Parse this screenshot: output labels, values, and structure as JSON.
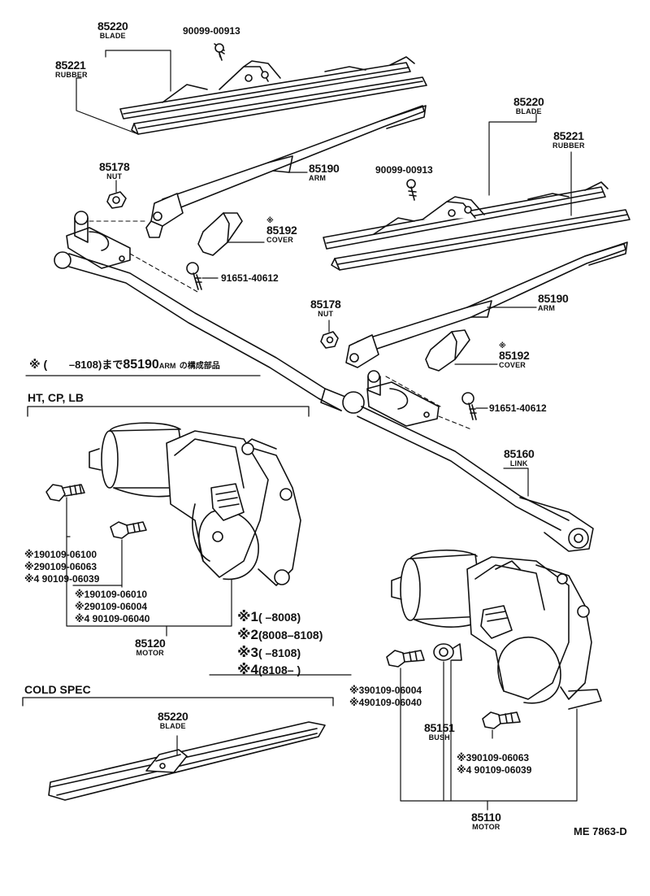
{
  "labels": {
    "blade_a": {
      "number": "85220",
      "name": "BLADE"
    },
    "rubber_a": {
      "number": "85221",
      "name": "RUBBER"
    },
    "screw_a": {
      "number": "90099-00913"
    },
    "nut_a": {
      "number": "85178",
      "name": "NUT"
    },
    "arm_a": {
      "number": "85190",
      "name": "ARM"
    },
    "cover_a": {
      "mark": "※",
      "number": "85192",
      "name": "COVER"
    },
    "bolt_a": {
      "number": "91651-40612"
    },
    "blade_b": {
      "number": "85220",
      "name": "BLADE"
    },
    "rubber_b": {
      "number": "85221",
      "name": "RUBBER"
    },
    "screw_b": {
      "number": "90099-00913"
    },
    "nut_b": {
      "number": "85178",
      "name": "NUT"
    },
    "arm_b": {
      "number": "85190",
      "name": "ARM"
    },
    "cover_b": {
      "mark": "※",
      "number": "85192",
      "name": "COVER"
    },
    "bolt_b": {
      "number": "91651-40612"
    },
    "link": {
      "number": "85160",
      "name": "LINK"
    },
    "motor_a": {
      "number": "85120",
      "name": "MOTOR"
    },
    "bush": {
      "number": "85151",
      "name": "BUSH"
    },
    "motor_b": {
      "number": "85110",
      "name": "MOTOR"
    },
    "blade_cold": {
      "number": "85220",
      "name": "BLADE"
    }
  },
  "note": {
    "prefix": "※ (",
    "range": "–8108)まで",
    "part_number": "85190",
    "part_name": "ARM",
    "suffix": "の構成部品"
  },
  "sections": {
    "ht_cp_lb": "HT, CP, LB",
    "cold_spec": "COLD SPEC"
  },
  "motor_a_parts": {
    "group1": [
      "※190109-06100",
      "※290109-06063",
      "※4 90109-06039"
    ],
    "group2": [
      "※190109-06010",
      "※290109-06004",
      "※4 90109-06040"
    ]
  },
  "motor_b_parts": {
    "group1": [
      "※390109-06004",
      "※490109-06040"
    ],
    "group2": [
      "※390109-06063",
      "※4 90109-06039"
    ]
  },
  "legend": [
    {
      "mark": "※1",
      "range": "(      –8008)"
    },
    {
      "mark": "※2",
      "range": "(8008–8108)"
    },
    {
      "mark": "※3",
      "range": "(      –8108)"
    },
    {
      "mark": "※4",
      "range": "(8108–      )"
    }
  ],
  "diagram_code": "ME 7863-D"
}
